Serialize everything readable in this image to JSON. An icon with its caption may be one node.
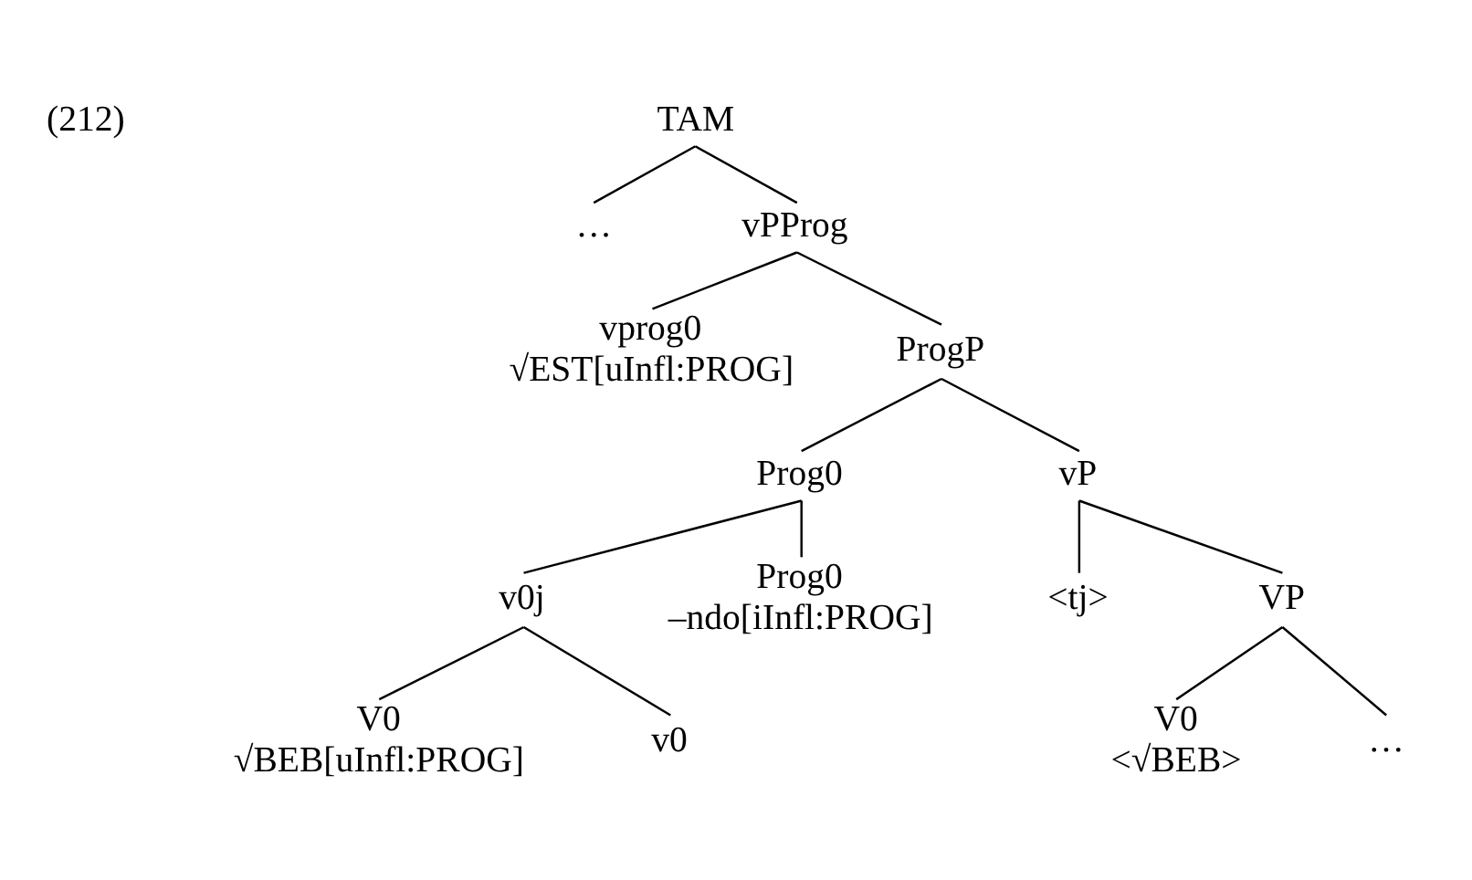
{
  "diagram": {
    "nodes": [
      {
        "text": [
          "TAM"
        ]
      },
      {
        "text": [
          "…"
        ]
      },
      {
        "text": [
          "vPProg"
        ]
      },
      {
        "text": [
          "vprog0",
          "√EST[uInfl:PROG]"
        ]
      },
      {
        "text": [
          "ProgP"
        ]
      },
      {
        "text": [
          "Prog0"
        ]
      },
      {
        "text": [
          "vP"
        ]
      },
      {
        "text": [
          "v0j"
        ]
      },
      {
        "text": [
          "Prog0",
          "–ndo[iInfl:PROG]"
        ]
      },
      {
        "text": [
          "<tj>"
        ]
      },
      {
        "text": [
          "VP"
        ]
      },
      {
        "text": [
          "V0",
          "√BEB[uInfl:PROG]"
        ]
      },
      {
        "text": [
          "v0"
        ]
      },
      {
        "text": [
          "V0",
          "<√BEB>"
        ]
      },
      {
        "text": [
          "…"
        ]
      }
    ],
    "edges": [
      {
        "from": 0,
        "to": 1,
        "arrow": "none"
      },
      {
        "from": 0,
        "to": 2,
        "arrow": "none"
      },
      {
        "from": 2,
        "to": 3,
        "arrow": "none"
      },
      {
        "from": 2,
        "to": 4,
        "arrow": "none"
      },
      {
        "from": 4,
        "to": 5,
        "arrow": "none"
      },
      {
        "from": 4,
        "to": 6,
        "arrow": "none"
      },
      {
        "from": 5,
        "to": 7,
        "arrow": "none"
      },
      {
        "from": 5,
        "to": 8,
        "arrow": "none"
      },
      {
        "from": 6,
        "to": 9,
        "arrow": "none"
      },
      {
        "from": 6,
        "to": 10,
        "arrow": "none"
      },
      {
        "from": 7,
        "to": 11,
        "arrow": "none"
      },
      {
        "from": 7,
        "to": 12,
        "arrow": "none"
      },
      {
        "from": 10,
        "to": 13,
        "arrow": "none"
      },
      {
        "from": 10,
        "to": 14,
        "arrow": "none"
      }
    ],
    "labels": [
      "(212)"
    ]
  }
}
